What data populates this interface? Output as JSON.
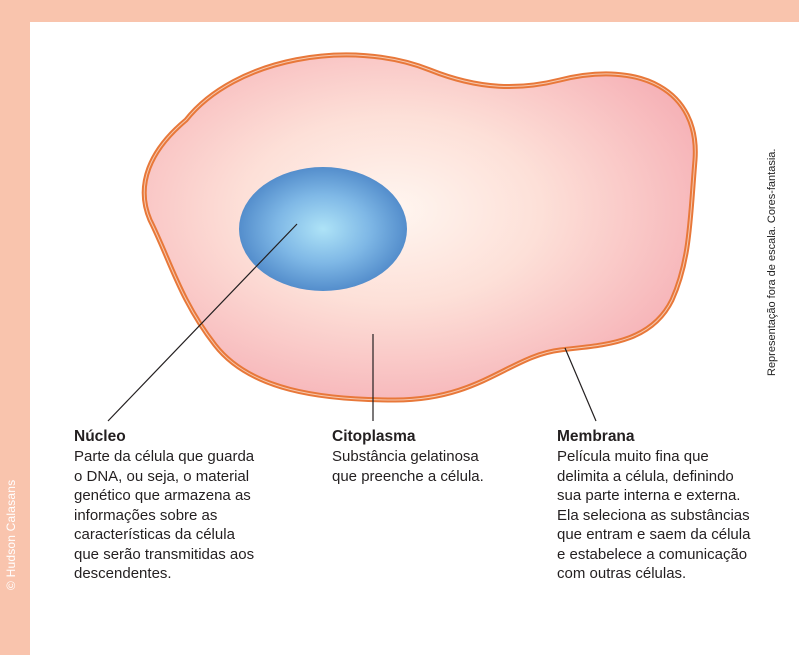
{
  "credit": "© Hudson Calasans",
  "note": "Representação fora de escala. Cores-fantasia.",
  "colors": {
    "frame": "#f9c4ad",
    "membrane": "#e8783a",
    "cytoplasm_center": "#fff4ee",
    "cytoplasm_edge": "#f7b8bc",
    "nucleus_center": "#a8def5",
    "nucleus_edge": "#4a86c8"
  },
  "labels": {
    "nucleo": {
      "title": "Núcleo",
      "lines": [
        "Parte da célula que guarda",
        "o DNA, ou seja, o material",
        "genético que armazena as",
        "informações sobre as",
        "características da célula",
        "que serão transmitidas aos",
        "descendentes."
      ]
    },
    "citoplasma": {
      "title": "Citoplasma",
      "lines": [
        "Substância gelatinosa",
        "que preenche a célula."
      ]
    },
    "membrana": {
      "title": "Membrana",
      "lines": [
        "Película muito fina que",
        "delimita a célula, definindo",
        "sua parte interna e externa.",
        "Ela seleciona as substâncias",
        "que entram e saem da célula",
        "e estabelece a comunicação",
        "com outras células."
      ]
    }
  }
}
